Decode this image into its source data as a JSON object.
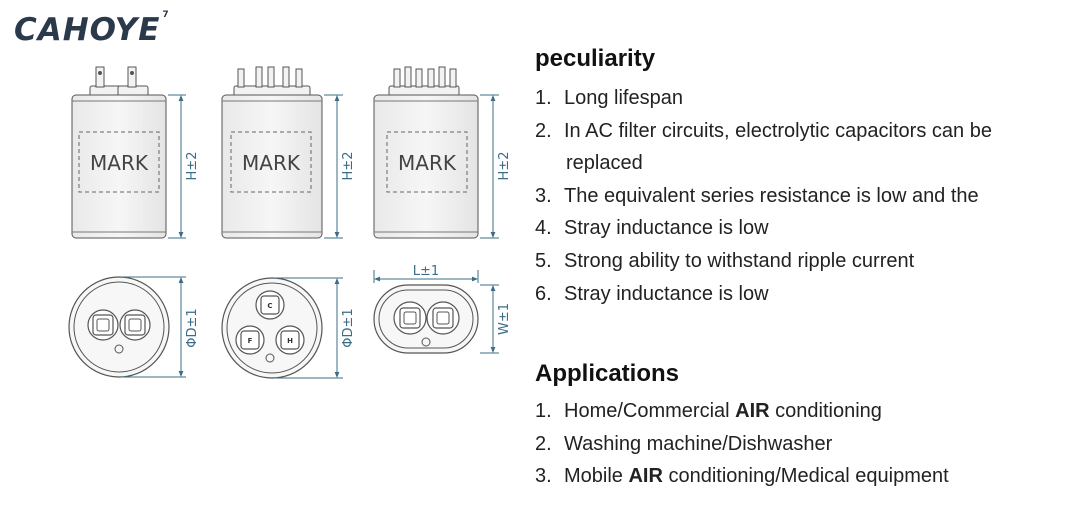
{
  "logo": {
    "text": "CAHOYE",
    "mark": "7"
  },
  "drawings": {
    "mark_label": "MARK",
    "height_label": "H±2",
    "diameter_label": "ΦD±1",
    "length_label": "L±1",
    "width_label": "W±1",
    "terminal_c": "C",
    "terminal_f": "F",
    "terminal_h": "H"
  },
  "peculiarity": {
    "title": "peculiarity",
    "items": [
      {
        "num": "1.",
        "text": "Long lifespan"
      },
      {
        "num": "2.",
        "text": "In AC filter circuits, electrolytic capacitors can be",
        "cont": "replaced"
      },
      {
        "num": "3.",
        "text": "The equivalent series resistance is low and the"
      },
      {
        "num": "4.",
        "text": "Stray inductance is low"
      },
      {
        "num": "5.",
        "text": "Strong ability to withstand ripple current"
      },
      {
        "num": "6.",
        "text": "Stray inductance is low"
      }
    ]
  },
  "applications": {
    "title": "Applications",
    "items": [
      {
        "num": "1.",
        "pre": "Home/Commercial ",
        "bold": "AIR",
        "post": " conditioning"
      },
      {
        "num": "2.",
        "pre": "Washing machine/Dishwasher",
        "bold": "",
        "post": ""
      },
      {
        "num": "3.",
        "pre": "Mobile ",
        "bold": "AIR",
        "post": " conditioning/Medical equipment"
      }
    ]
  },
  "colors": {
    "logo": "#2b3a4a",
    "dimension": "#3b6e86",
    "outline": "#555555",
    "text": "#222222"
  }
}
